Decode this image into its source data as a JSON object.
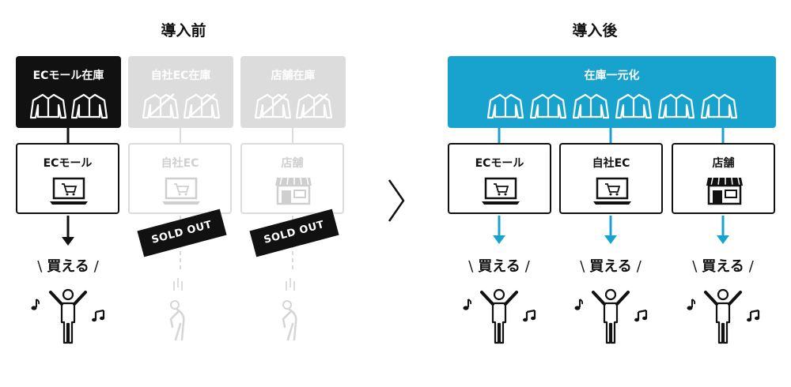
{
  "before": {
    "heading": "導入前",
    "inventories": [
      "ECモール在庫",
      "自社EC在庫",
      "店舗在庫"
    ],
    "channels": [
      "ECモール",
      "自社EC",
      "店舗"
    ],
    "sold_out_label": "SOLD OUT",
    "result": "買える"
  },
  "after": {
    "heading": "導入後",
    "inventory": "在庫一元化",
    "channels": [
      "ECモール",
      "自社EC",
      "店舗"
    ],
    "result": "買える"
  },
  "separator_icon": "chevron-right-icon",
  "colors": {
    "active": "#111111",
    "faded": "#dcdcdc",
    "unified": "#18a3cf"
  }
}
